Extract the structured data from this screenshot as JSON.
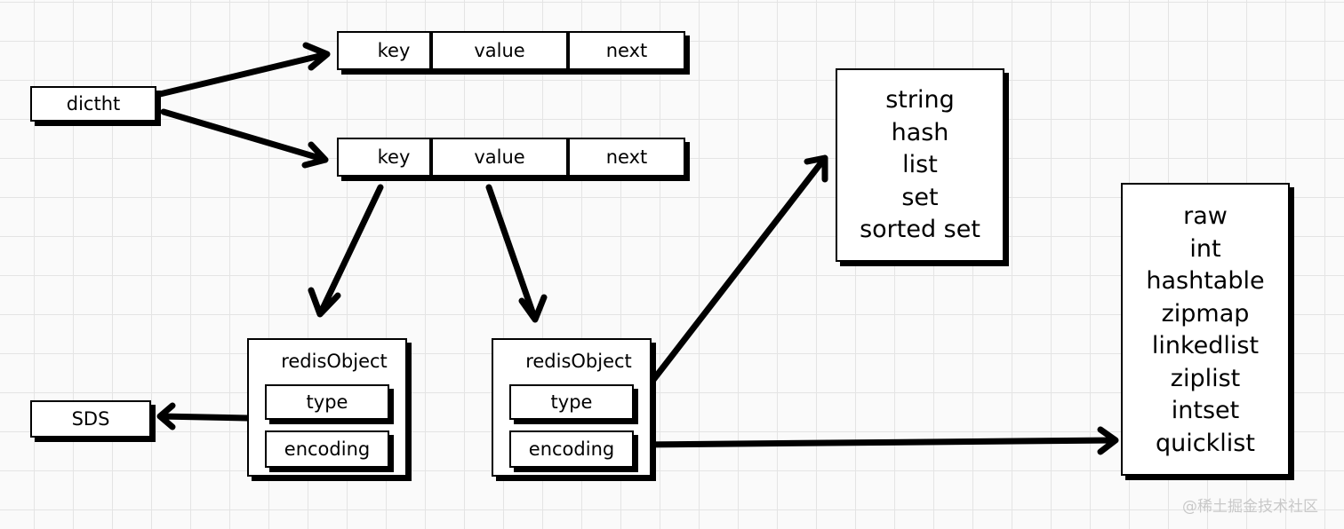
{
  "dictht": {
    "label": "dictht"
  },
  "entries": [
    {
      "key": "key",
      "value": "value",
      "next": "next"
    },
    {
      "key": "key",
      "value": "value",
      "next": "next"
    }
  ],
  "redis_objects": [
    {
      "title": "redisObject",
      "type": "type",
      "encoding": "encoding"
    },
    {
      "title": "redisObject",
      "type": "type",
      "encoding": "encoding"
    }
  ],
  "sds": {
    "label": "SDS"
  },
  "types": [
    "string",
    "hash",
    "list",
    "set",
    "sorted set"
  ],
  "encodings": [
    "raw",
    "int",
    "hashtable",
    "zipmap",
    "linkedlist",
    "ziplist",
    "intset",
    "quicklist"
  ],
  "watermark": "@稀土掘金技术社区"
}
